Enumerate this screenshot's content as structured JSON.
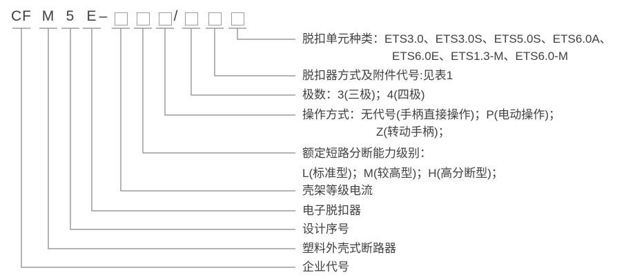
{
  "colors": {
    "line": "#9b9b9b",
    "text": "#3f3f3f",
    "background": "#ffffff"
  },
  "model_code": {
    "letters": [
      "CF",
      "M",
      "5",
      "E"
    ],
    "dash": "–",
    "slash": "/",
    "placeholder_box_count": 6
  },
  "labels": [
    {
      "lines": [
        "脱扣单元种类：ETS3.0、ETS3.0S、ETS5.0S、ETS6.0A、",
        "ETS6.0E、ETS1.3-M、ETS6.0-M"
      ]
    },
    {
      "lines": [
        "脱扣器方式及附件代号:见表1"
      ]
    },
    {
      "lines": [
        "极数：3(三极)；4(四极)"
      ]
    },
    {
      "lines": [
        "操作方式：无代号(手柄直接操作)；P(电动操作)；",
        "Z(转动手柄)；"
      ]
    },
    {
      "lines": [
        "额定短路分断能力级别：",
        "L(标准型)；M(较高型)；H(高分断型)；"
      ]
    },
    {
      "lines": [
        "壳架等级电流"
      ]
    },
    {
      "lines": [
        "电子脱扣器"
      ]
    },
    {
      "lines": [
        "设计序号"
      ]
    },
    {
      "lines": [
        "塑料外壳式断路器"
      ]
    },
    {
      "lines": [
        "企业代号"
      ]
    }
  ]
}
